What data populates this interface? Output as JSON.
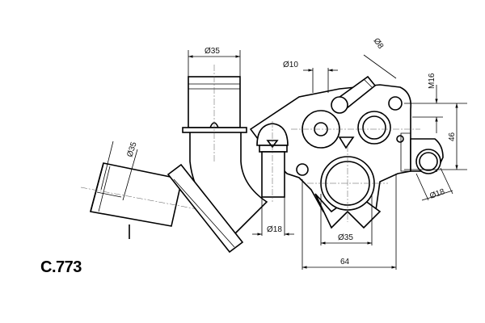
{
  "part_code": "C.773",
  "dimensions": {
    "top_pipe_diameter": "Ø35",
    "left_pipe_diameter": "Ø35",
    "small_inlet_diameter": "Ø10",
    "nipple_diameter": "Ø8",
    "thread": "M16",
    "hole_spacing": "46",
    "small_hose_diameter": "Ø18",
    "outlet_diameter": "Ø35",
    "right_hose_diameter": "Ø18",
    "overall_width": "64"
  }
}
